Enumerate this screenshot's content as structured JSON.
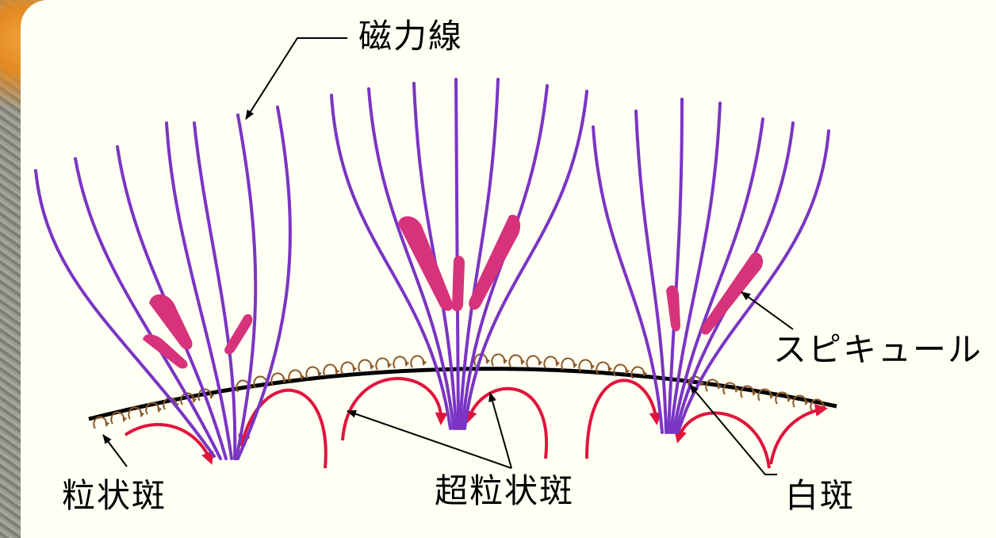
{
  "labels": {
    "field_lines": "磁力線",
    "spicule": "スピキュール",
    "granulation": "粒状斑",
    "supergranulation": "超粒状斑",
    "faculae": "白斑"
  },
  "colors": {
    "field_line": "#7a35c4",
    "spicule": "#d6337c",
    "supergranule_flow": "#e0143c",
    "granule_flow": "#8a5a2a",
    "surface": "#000000",
    "panel": "#fffff3"
  }
}
